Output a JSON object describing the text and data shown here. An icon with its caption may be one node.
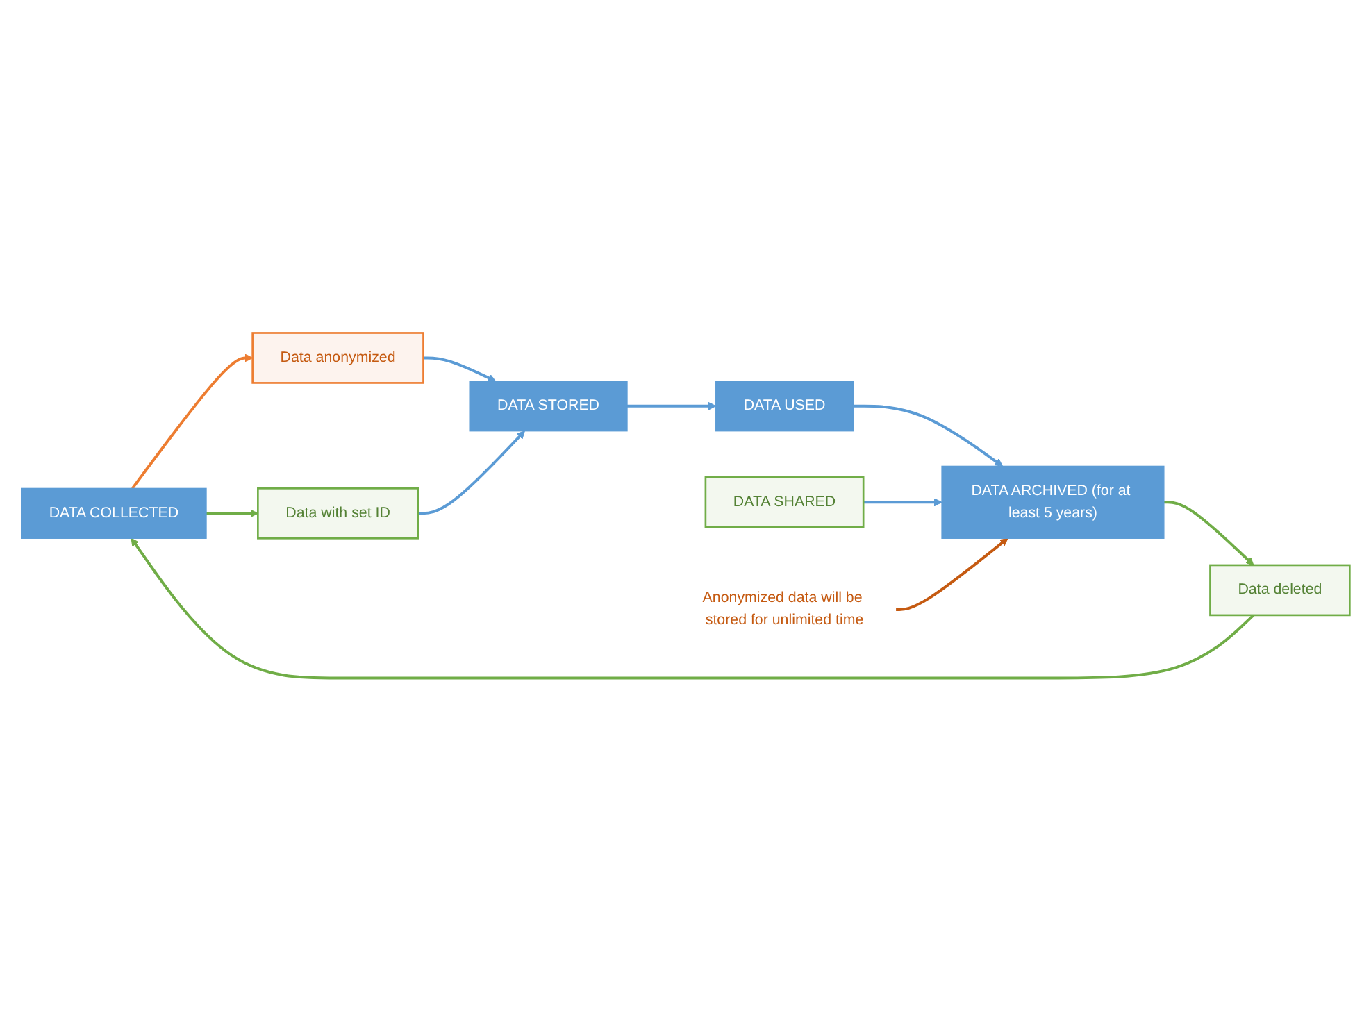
{
  "diagram": {
    "nodes": [
      {
        "text": [
          "DATA COLLECTED"
        ]
      },
      {
        "text": [
          "Data anonymized"
        ]
      },
      {
        "text": [
          "Data with set ID"
        ]
      },
      {
        "text": [
          "DATA STORED"
        ]
      },
      {
        "text": [
          "DATA USED"
        ]
      },
      {
        "text": [
          "DATA SHARED"
        ]
      },
      {
        "text": [
          "DATA ARCHIVED (for at least 5 years)"
        ]
      },
      {
        "text": [
          "Data deleted"
        ]
      },
      {
        "text": [
          "Anonymized data will be stored for unlimited time"
        ]
      }
    ],
    "edges": [
      {
        "from": 0,
        "to": 1,
        "arrow": "to",
        "color": "#ed7d31"
      },
      {
        "from": 0,
        "to": 2,
        "arrow": "to",
        "color": "#70ad47"
      },
      {
        "from": 1,
        "to": 3,
        "arrow": "to"
      },
      {
        "from": 2,
        "to": 3,
        "arrow": "to"
      },
      {
        "from": 3,
        "to": 4,
        "arrow": "to"
      },
      {
        "from": 4,
        "to": 6,
        "arrow": "to"
      },
      {
        "from": 5,
        "to": 6,
        "arrow": "to"
      },
      {
        "from": 6,
        "to": 7,
        "arrow": "to",
        "color": "#70ad47"
      },
      {
        "from": 7,
        "to": 0,
        "arrow": "to",
        "color": "#70ad47"
      },
      {
        "from": 8,
        "to": 6,
        "arrow": "to",
        "color": "#c55a11"
      }
    ]
  }
}
